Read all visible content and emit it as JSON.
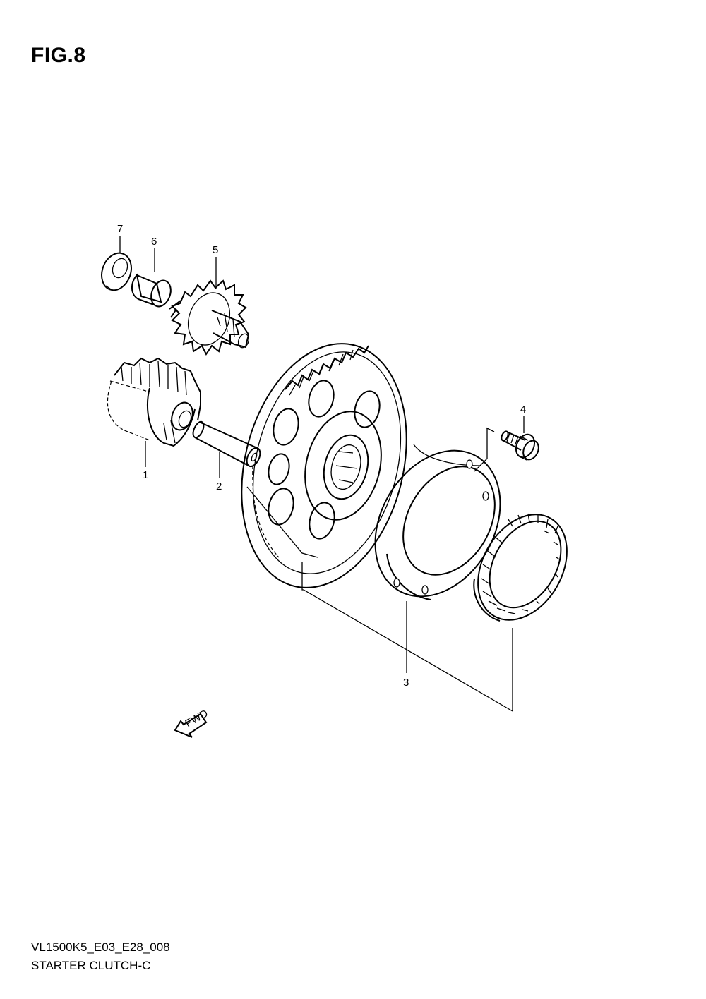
{
  "figure": {
    "title": "FIG.8",
    "model_code": "VL1500K5_E03_E28_008",
    "section_name": "STARTER CLUTCH-C"
  },
  "callouts": [
    {
      "id": "part-1",
      "label": "1"
    },
    {
      "id": "part-2",
      "label": "2"
    },
    {
      "id": "part-3",
      "label": "3"
    },
    {
      "id": "part-4",
      "label": "4"
    },
    {
      "id": "part-5",
      "label": "5"
    },
    {
      "id": "part-6",
      "label": "6"
    },
    {
      "id": "part-7",
      "label": "7"
    }
  ],
  "direction_arrow": {
    "label": "FWD"
  }
}
